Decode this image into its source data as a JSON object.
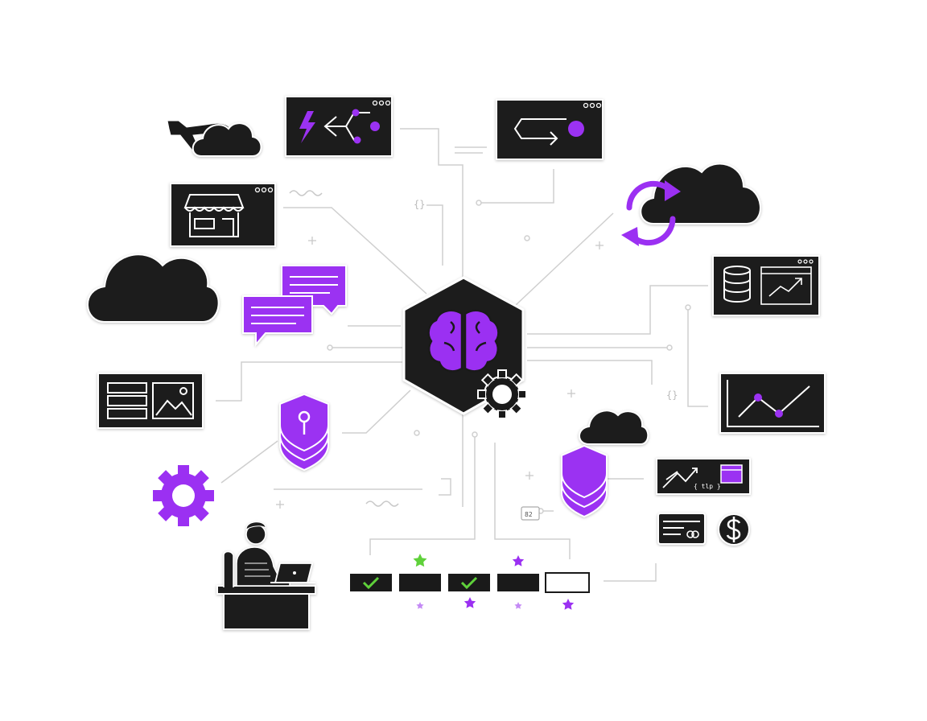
{
  "colors": {
    "purple": "#9b30f2",
    "purple_dark": "#7a1fd0",
    "black": "#1a1a1a",
    "line": "#c8c8c8",
    "green": "#5fd13a",
    "white": "#ffffff"
  },
  "icons": {
    "center": "brain-icon",
    "gear": "gear-icon",
    "airplane": "airplane-icon",
    "cloud": "cloud-icon",
    "storefront": "storefront-icon",
    "workflow": "workflow-icon",
    "sync": "sync-icon",
    "database": "database-icon",
    "line_chart": "line-chart-icon",
    "chat": "chat-icon",
    "media": "media-layout-icon",
    "shield": "shield-icon",
    "person": "person-at-desk-icon",
    "check": "check-icon",
    "star": "star-icon",
    "card": "credit-card-icon",
    "dollar": "dollar-icon",
    "usb": "usb-icon"
  },
  "labels": {
    "snippet_label": "{ tlp }",
    "code_brace_left": "{}",
    "code_brace_right": "{}",
    "usb_label": "82"
  },
  "progress": {
    "steps": [
      {
        "state": "done"
      },
      {
        "state": "pending"
      },
      {
        "state": "done"
      },
      {
        "state": "pending"
      },
      {
        "state": "empty"
      }
    ]
  }
}
